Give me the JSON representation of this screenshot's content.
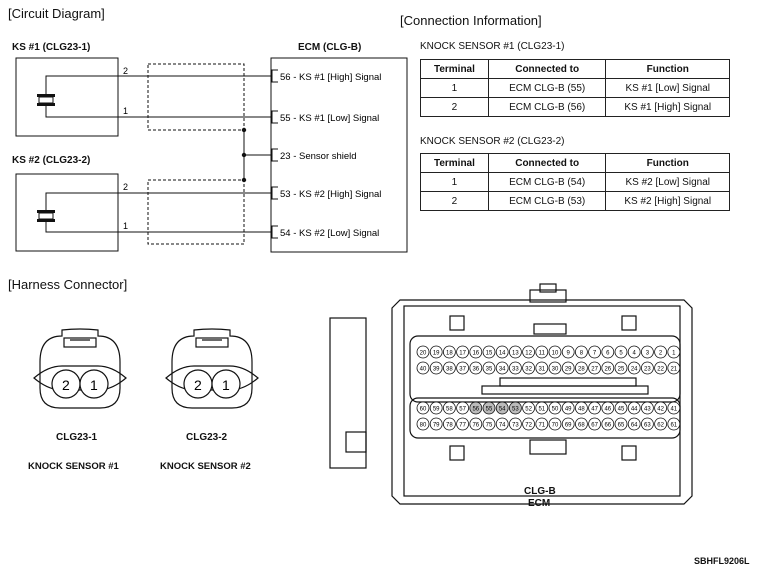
{
  "sections": {
    "circuit": "[Circuit Diagram]",
    "connection": "[Connection Information]",
    "harness": "[Harness Connector]"
  },
  "circuit": {
    "ks1_title": "KS #1 (CLG23-1)",
    "ks2_title": "KS #2 (CLG23-2)",
    "ecm_title": "ECM (CLG-B)",
    "ks1_pins": [
      "2",
      "1"
    ],
    "ks2_pins": [
      "2",
      "1"
    ],
    "ecm_pins": [
      "56 - KS #1 [High] Signal",
      "55 - KS #1 [Low] Signal",
      "23 - Sensor shield",
      "53 - KS #2 [High] Signal",
      "54 - KS #2 [Low] Signal"
    ]
  },
  "connection": {
    "headers": [
      "Terminal",
      "Connected to",
      "Function"
    ],
    "tables": [
      {
        "title": "KNOCK SENSOR #1 (CLG23-1)",
        "rows": [
          [
            "1",
            "ECM CLG-B (55)",
            "KS #1 [Low] Signal"
          ],
          [
            "2",
            "ECM CLG-B (56)",
            "KS #1 [High] Signal"
          ]
        ]
      },
      {
        "title": "KNOCK SENSOR #2 (CLG23-2)",
        "rows": [
          [
            "1",
            "ECM CLG-B (54)",
            "KS #2 [Low] Signal"
          ],
          [
            "2",
            "ECM CLG-B (53)",
            "KS #2 [High] Signal"
          ]
        ]
      }
    ]
  },
  "harness": {
    "connectors": [
      {
        "code": "CLG23-1",
        "name": "KNOCK SENSOR #1",
        "pins": [
          "2",
          "1"
        ]
      },
      {
        "code": "CLG23-2",
        "name": "KNOCK SENSOR #2",
        "pins": [
          "2",
          "1"
        ]
      }
    ],
    "ecm": {
      "code": "CLG-B",
      "name": "ECM",
      "rows": [
        [
          "20",
          "19",
          "18",
          "17",
          "16",
          "15",
          "14",
          "13",
          "12",
          "11",
          "10",
          "9",
          "8",
          "7",
          "6",
          "5",
          "4",
          "3",
          "2",
          "1"
        ],
        [
          "40",
          "39",
          "38",
          "37",
          "36",
          "35",
          "34",
          "33",
          "32",
          "31",
          "30",
          "29",
          "28",
          "27",
          "26",
          "25",
          "24",
          "23",
          "22",
          "21"
        ],
        [
          "60",
          "59",
          "58",
          "57",
          "56",
          "55",
          "54",
          "53",
          "52",
          "51",
          "50",
          "49",
          "48",
          "47",
          "46",
          "45",
          "44",
          "43",
          "42",
          "41"
        ],
        [
          "80",
          "79",
          "78",
          "77",
          "76",
          "75",
          "74",
          "73",
          "72",
          "71",
          "70",
          "69",
          "68",
          "67",
          "66",
          "65",
          "64",
          "63",
          "62",
          "61"
        ]
      ],
      "highlighted": [
        "53",
        "54",
        "55",
        "56"
      ]
    }
  },
  "figure_code": "SBHFL9206L"
}
